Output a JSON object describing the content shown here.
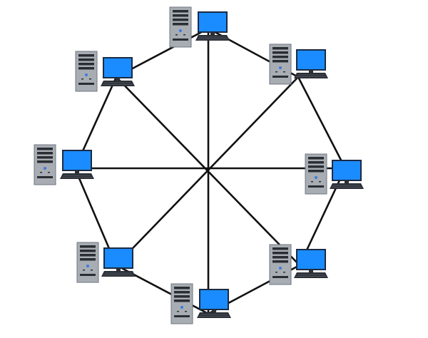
{
  "diagram": {
    "type": "network-topology",
    "colors": {
      "link": "#111111",
      "screen": "#1a8cff",
      "screen_border": "#1b2b44",
      "tower": "#a8adb4",
      "tower_border": "#6f7680",
      "tower_slot": "#2a2e33",
      "tower_light": "#3d7be0",
      "keyboard": "#2b2f36",
      "background": "#ffffff"
    },
    "node_icon": "workstation-icon",
    "nodes": [
      {
        "id": "node-top"
      },
      {
        "id": "node-top-right"
      },
      {
        "id": "node-right"
      },
      {
        "id": "node-bottom-right"
      },
      {
        "id": "node-bottom"
      },
      {
        "id": "node-bottom-left"
      },
      {
        "id": "node-left"
      },
      {
        "id": "node-top-left"
      }
    ],
    "ring_links": [
      [
        0,
        1
      ],
      [
        1,
        2
      ],
      [
        2,
        3
      ],
      [
        3,
        4
      ],
      [
        4,
        5
      ],
      [
        5,
        6
      ],
      [
        6,
        7
      ],
      [
        7,
        0
      ]
    ],
    "chord_links": [
      [
        0,
        4
      ],
      [
        1,
        5
      ],
      [
        2,
        6
      ],
      [
        3,
        7
      ]
    ]
  }
}
